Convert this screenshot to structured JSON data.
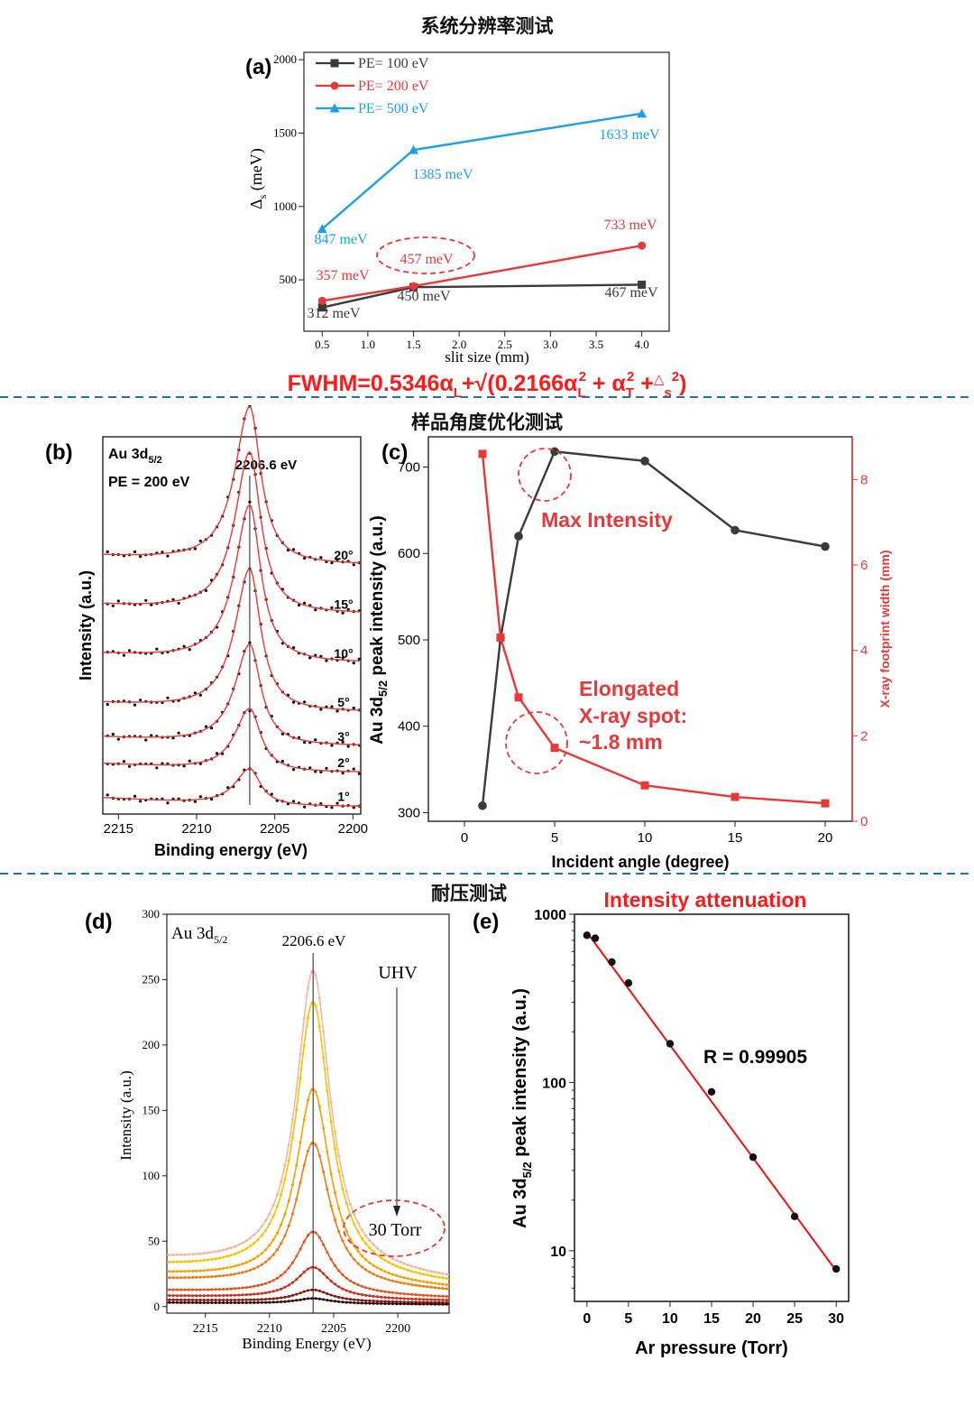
{
  "sections": {
    "s1": "系统分辨率测试",
    "s2": "样品角度优化测试",
    "s3": "耐压测试"
  },
  "formula": {
    "main": "FWHM=0.5346α",
    "sub_L": "L",
    "part2": "+√(0.2166α",
    "sub_L2": "L",
    "sup_2a": "2",
    "part3": " + α",
    "sub_T": "T",
    "sup_2b": "2",
    "part4": " +",
    "delta": "△",
    "sub_s": "s",
    "sup_2c": "2",
    "part5": ")"
  },
  "colors": {
    "red": "#e8393a",
    "blue": "#1ea0e6",
    "dark": "#3a3a3a",
    "emph_red": "#ff1a1a",
    "divider": "#2a6ab0"
  },
  "chart_data": [
    {
      "id": "a",
      "panel_label": "(a)",
      "type": "line",
      "xlabel": "slit size (mm)",
      "ylabel_main": "Δ",
      "ylabel_sub": "s",
      "ylabel_unit": " (meV)",
      "xlim": [
        0.3,
        4.3
      ],
      "ylim": [
        150,
        2050
      ],
      "xticks": [
        0.5,
        1.0,
        1.5,
        2.0,
        2.5,
        3.0,
        3.5,
        4.0
      ],
      "xtick_labels": [
        "0.5",
        "1.0",
        "1.5",
        "2.0",
        "2.5",
        "3.0",
        "3.5",
        "4.0"
      ],
      "yticks": [
        500,
        1000,
        1500,
        2000
      ],
      "ytick_labels": [
        "500",
        "1000",
        "1500",
        "2000"
      ],
      "legend_position": "top-left",
      "series": [
        {
          "name": "PE= 100 eV",
          "color": "#3a3a3a",
          "marker": "square",
          "x": [
            0.5,
            1.5,
            4.0
          ],
          "y": [
            312,
            450,
            467
          ],
          "labels": [
            "312 meV",
            "450 meV",
            "467 meV"
          ]
        },
        {
          "name": "PE= 200 eV",
          "color": "#e8393a",
          "marker": "circle",
          "x": [
            0.5,
            1.5,
            4.0
          ],
          "y": [
            357,
            457,
            733
          ],
          "labels": [
            "357 meV",
            "457 meV",
            "733 meV"
          ]
        },
        {
          "name": "PE= 500 eV",
          "color": "#1ea0e6",
          "marker": "triangle",
          "x": [
            0.5,
            1.5,
            4.0
          ],
          "y": [
            847,
            1385,
            1633
          ],
          "labels": [
            "847 meV",
            "1385 meV",
            "1633 meV"
          ]
        }
      ]
    },
    {
      "id": "b",
      "panel_label": "(b)",
      "type": "line",
      "title_main": "Au 3d",
      "title_sub": "5/2",
      "pe_label": "PE = 200 eV",
      "peak_label": "2206.6 eV",
      "peak_x": 2206.6,
      "xlabel": "Binding energy (eV)",
      "ylabel": "Intensity (a.u.)",
      "xlim": [
        2216,
        2199.5
      ],
      "xticks": [
        2215,
        2210,
        2205,
        2200
      ],
      "xtick_labels": [
        "2215",
        "2210",
        "2205",
        "2200"
      ],
      "series": [
        {
          "name": "1°",
          "baseline": 0.02,
          "amp": 0.1
        },
        {
          "name": "2°",
          "baseline": 0.11,
          "amp": 0.17
        },
        {
          "name": "3°",
          "baseline": 0.18,
          "amp": 0.27
        },
        {
          "name": "5°",
          "baseline": 0.27,
          "amp": 0.38
        },
        {
          "name": "10°",
          "baseline": 0.4,
          "amp": 0.42
        },
        {
          "name": "15°",
          "baseline": 0.53,
          "amp": 0.43
        },
        {
          "name": "20°",
          "baseline": 0.66,
          "amp": 0.42
        }
      ]
    },
    {
      "id": "c",
      "panel_label": "(c)",
      "type": "line",
      "xlabel": "Incident angle (degree)",
      "ylabel_main": "Au 3d",
      "ylabel_sub": "5/2",
      "ylabel_unit": " peak intensity (a.u.)",
      "y2label": "X-ray footprint width (mm)",
      "xlim": [
        -2,
        21.5
      ],
      "ylim": [
        290,
        735
      ],
      "y2lim": [
        0,
        9
      ],
      "xticks": [
        0,
        5,
        10,
        15,
        20
      ],
      "xtick_labels": [
        "0",
        "5",
        "10",
        "15",
        "20"
      ],
      "yticks": [
        300,
        400,
        500,
        600,
        700
      ],
      "ytick_labels": [
        "300",
        "400",
        "500",
        "600",
        "700"
      ],
      "y2ticks": [
        0,
        2,
        4,
        6,
        8
      ],
      "y2tick_labels": [
        "0",
        "2",
        "4",
        "6",
        "8"
      ],
      "series": [
        {
          "name": "intensity",
          "color": "#3a3a3a",
          "axis": "left",
          "x": [
            1,
            2,
            3,
            5,
            10,
            15,
            20
          ],
          "y": [
            308,
            502,
            620,
            718,
            707,
            627,
            608
          ]
        },
        {
          "name": "footprint",
          "color": "#e8393a",
          "axis": "right",
          "x": [
            1,
            2,
            3,
            5,
            10,
            15,
            20
          ],
          "y": [
            8.6,
            4.3,
            2.9,
            1.72,
            0.84,
            0.57,
            0.42
          ]
        }
      ],
      "annotations": {
        "max": "Max Intensity",
        "spot1": "Elongated",
        "spot2": "X-ray spot:",
        "spot3": "~1.8 mm"
      }
    },
    {
      "id": "d",
      "panel_label": "(d)",
      "type": "line",
      "title_main": "Au 3d",
      "title_sub": "5/2",
      "peak_label": "2206.6 eV",
      "peak_x": 2206.6,
      "uhv_label": "UHV",
      "torr_label": "30 Torr",
      "xlabel": "Binding Energy (eV)",
      "ylabel": "Intensity (a.u.)",
      "xlim": [
        2218,
        2196
      ],
      "ylim": [
        -5,
        300
      ],
      "xticks": [
        2215,
        2210,
        2205,
        2200
      ],
      "xtick_labels": [
        "2215",
        "2210",
        "2205",
        "2200"
      ],
      "yticks": [
        0,
        50,
        100,
        150,
        200,
        250,
        300
      ],
      "ytick_labels": [
        "0",
        "50",
        "100",
        "150",
        "200",
        "250",
        "300"
      ],
      "series": [
        {
          "base": 35,
          "peak": 265,
          "color": "#f2b9a0"
        },
        {
          "base": 30,
          "peak": 240,
          "color": "#f8c400"
        },
        {
          "base": 24,
          "peak": 172,
          "color": "#f5a100"
        },
        {
          "base": 20,
          "peak": 130,
          "color": "#f07a10"
        },
        {
          "base": 12,
          "peak": 60,
          "color": "#e8501c"
        },
        {
          "base": 8,
          "peak": 32,
          "color": "#d02a18"
        },
        {
          "base": 5,
          "peak": 14,
          "color": "#8a1410"
        },
        {
          "base": 3,
          "peak": 7,
          "color": "#2a0a08"
        }
      ]
    },
    {
      "id": "e",
      "panel_label": "(e)",
      "type": "scatter",
      "title": "Intensity attenuation",
      "xlabel": "Ar pressure (Torr)",
      "ylabel_main": "Au 3d",
      "ylabel_sub": "5/2",
      "ylabel_unit": " peak intensity (a.u.)",
      "y_scale": "log",
      "xlim": [
        -1.5,
        31.5
      ],
      "ylim": [
        5,
        1000
      ],
      "xticks": [
        0,
        5,
        10,
        15,
        20,
        25,
        30
      ],
      "xtick_labels": [
        "0",
        "5",
        "10",
        "15",
        "20",
        "25",
        "30"
      ],
      "yticks": [
        10,
        100,
        1000
      ],
      "ytick_labels": [
        "10",
        "100",
        "1000"
      ],
      "r_label": "R = 0.99905",
      "series": [
        {
          "name": "data",
          "color": "#111111",
          "x": [
            0,
            1,
            3,
            5,
            10,
            15,
            20,
            25,
            30
          ],
          "y": [
            750,
            720,
            520,
            390,
            170,
            88,
            36,
            16,
            7.8
          ]
        }
      ],
      "fit": {
        "color": "#ee1111",
        "x": [
          0,
          30
        ],
        "y": [
          780,
          7.6
        ]
      }
    }
  ]
}
